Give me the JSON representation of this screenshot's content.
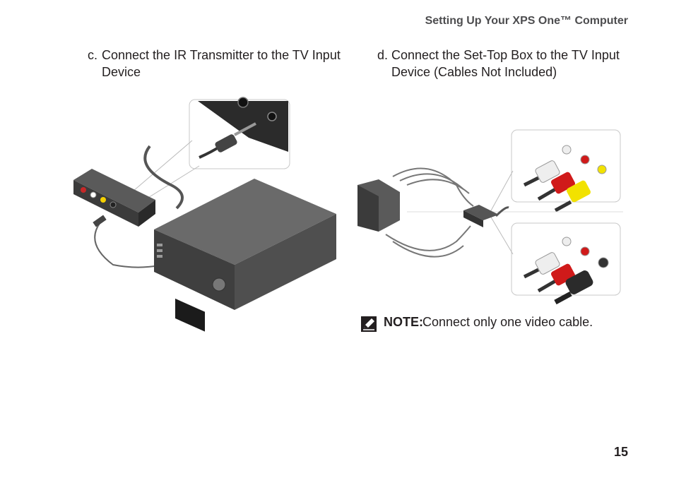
{
  "header": {
    "title": "Setting Up Your XPS One™ Computer"
  },
  "steps": [
    {
      "marker": "c.",
      "text_line1": "Connect the IR Transmitter to the TV Input",
      "text_line2": "Device"
    },
    {
      "marker": "d.",
      "text_line1": "Connect the Set-Top Box to the TV Input",
      "text_line2": "Device (Cables Not Included)"
    }
  ],
  "note": {
    "label": "NOTE:",
    "text": "Connect only one video cable."
  },
  "page_number": "15",
  "icons": {
    "note": "pencil-note-icon"
  }
}
